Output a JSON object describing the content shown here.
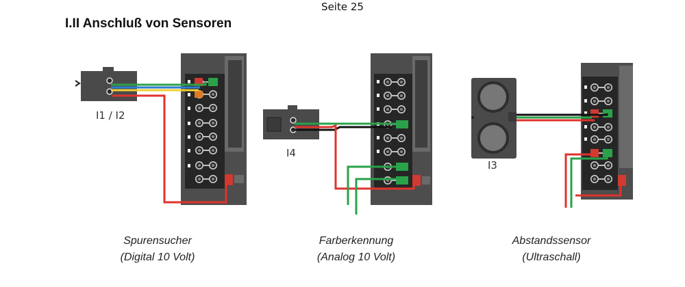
{
  "header": {
    "page_label": "Seite 25"
  },
  "section": {
    "title": "I.II Anschluß von Sensoren"
  },
  "colors": {
    "wire_red": "#e0322c",
    "wire_green": "#2aa24a",
    "wire_blue": "#2f7fd0",
    "wire_yellow": "#f2d035",
    "wire_black": "#111111",
    "housing": "#4a4a4a"
  },
  "diagrams": [
    {
      "port_label": "I1 / I2",
      "caption_line1": "Spurensucher",
      "caption_line2": "(Digital 10 Volt)"
    },
    {
      "port_label": "I4",
      "caption_line1": "Farberkennung",
      "caption_line2": "(Analog 10 Volt)"
    },
    {
      "port_label": "I3",
      "caption_line1": "Abstandssensor",
      "caption_line2": "(Ultraschall)"
    }
  ]
}
